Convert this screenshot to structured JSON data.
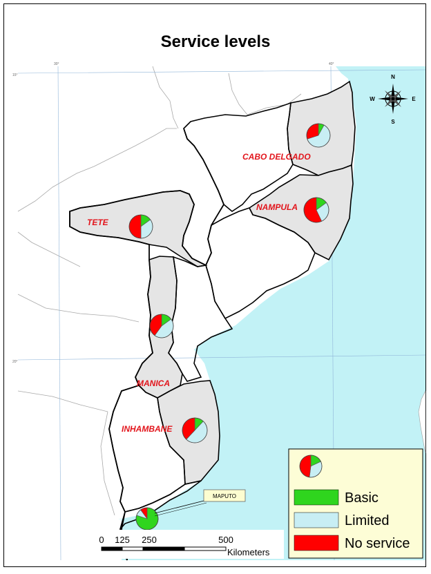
{
  "map": {
    "title": "Service levels",
    "provinces": [
      {
        "id": "cabo-delgado",
        "name": "CABO DELGADO",
        "shares": {
          "basic": 0.08,
          "limited": 0.62,
          "no_service": 0.3
        }
      },
      {
        "id": "nampula",
        "name": "NAMPULA",
        "shares": {
          "basic": 0.15,
          "limited": 0.28,
          "no_service": 0.57
        }
      },
      {
        "id": "tete",
        "name": "TETE",
        "shares": {
          "basic": 0.15,
          "limited": 0.35,
          "no_service": 0.5
        }
      },
      {
        "id": "manica",
        "name": "MANICA",
        "shares": {
          "basic": 0.15,
          "limited": 0.45,
          "no_service": 0.4
        }
      },
      {
        "id": "inhambane",
        "name": "INHAMBANE",
        "shares": {
          "basic": 0.12,
          "limited": 0.5,
          "no_service": 0.38
        }
      },
      {
        "id": "maputo",
        "name": "MAPUTO",
        "shares": {
          "basic": 0.8,
          "limited": 0.1,
          "no_service": 0.1
        }
      }
    ],
    "graticule": {
      "lon": [
        "30°",
        "40°"
      ],
      "lat": [
        "15°",
        "20°"
      ]
    },
    "compass": {
      "n": "N",
      "s": "S",
      "e": "E",
      "w": "W"
    },
    "legend": {
      "items": [
        {
          "key": "basic",
          "label": "Basic",
          "color": "#2fd51e"
        },
        {
          "key": "limited",
          "label": "Limited",
          "color": "#c8eef4"
        },
        {
          "key": "no_service",
          "label": "No service",
          "color": "#ff0000"
        }
      ]
    },
    "scalebar": {
      "ticks": [
        "0",
        "125",
        "250",
        "500"
      ],
      "unit": "Kilometers"
    },
    "colors": {
      "sea": "#c2f2f6",
      "land": "#ffffff",
      "selected_province": "#e5e5e5",
      "border": "#000000",
      "neighbor_border": "#a8a8a8"
    }
  }
}
